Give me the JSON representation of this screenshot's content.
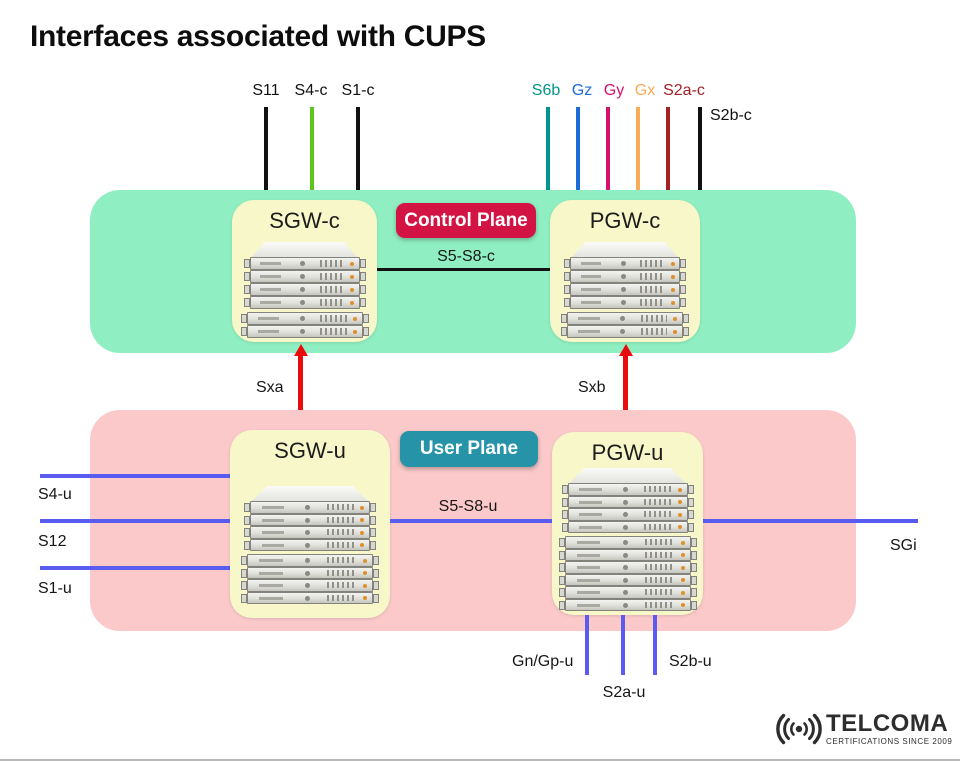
{
  "title": "Interfaces associated with CUPS",
  "control_plane": {
    "badge": "Control Plane",
    "badge_bg": "#d31343",
    "bg": "#90efc2",
    "nodes": {
      "sgw": "SGW-c",
      "pgw": "PGW-c"
    },
    "link": {
      "label": "S5-S8-c",
      "color": "#111111"
    }
  },
  "user_plane": {
    "badge": "User Plane",
    "badge_bg": "#2793a8",
    "bg": "#fbc9c9",
    "nodes": {
      "sgw": "SGW-u",
      "pgw": "PGW-u"
    },
    "link": {
      "label": "S5-S8-u",
      "color": "#5a5cf0"
    }
  },
  "node_box_bg": "#f7f7c9",
  "server_units": {
    "sgw_c": 6,
    "pgw_c": 6,
    "sgw_u": 8,
    "pgw_u": 10
  },
  "interfaces": {
    "sgw_c_top": [
      {
        "label": "S11",
        "text_color": "#111111",
        "line_color": "#111111"
      },
      {
        "label": "S4-c",
        "text_color": "#111111",
        "line_color": "#5fc31d"
      },
      {
        "label": "S1-c",
        "text_color": "#111111",
        "line_color": "#111111"
      }
    ],
    "pgw_c_top": [
      {
        "label": "S6b",
        "text_color": "#00958a",
        "line_color": "#00958a"
      },
      {
        "label": "Gz",
        "text_color": "#1b6bd9",
        "line_color": "#1b6bd9"
      },
      {
        "label": "Gy",
        "text_color": "#d90f6d",
        "line_color": "#d90f6d"
      },
      {
        "label": "Gx",
        "text_color": "#f9ab55",
        "line_color": "#f9ab55"
      },
      {
        "label": "S2a-c",
        "text_color": "#a32025",
        "line_color": "#a32025"
      },
      {
        "label": "S2b-c",
        "text_color": "#111111",
        "line_color": "#111111"
      }
    ],
    "sx": [
      {
        "label": "Sxa"
      },
      {
        "label": "Sxb"
      }
    ],
    "sx_arrow_color": "#e80c0c",
    "sgw_u_left": [
      {
        "label": "S4-u"
      },
      {
        "label": "S12"
      },
      {
        "label": "S1-u"
      }
    ],
    "pgw_u_right": {
      "label": "SGi"
    },
    "pgw_u_bottom": [
      {
        "label": "Gn/Gp-u"
      },
      {
        "label": "S2a-u"
      },
      {
        "label": "S2b-u"
      }
    ],
    "user_line_color": "#5a5cf0"
  },
  "logo": {
    "name": "TELCOMA",
    "tagline": "CERTIFICATIONS SINCE 2009"
  }
}
